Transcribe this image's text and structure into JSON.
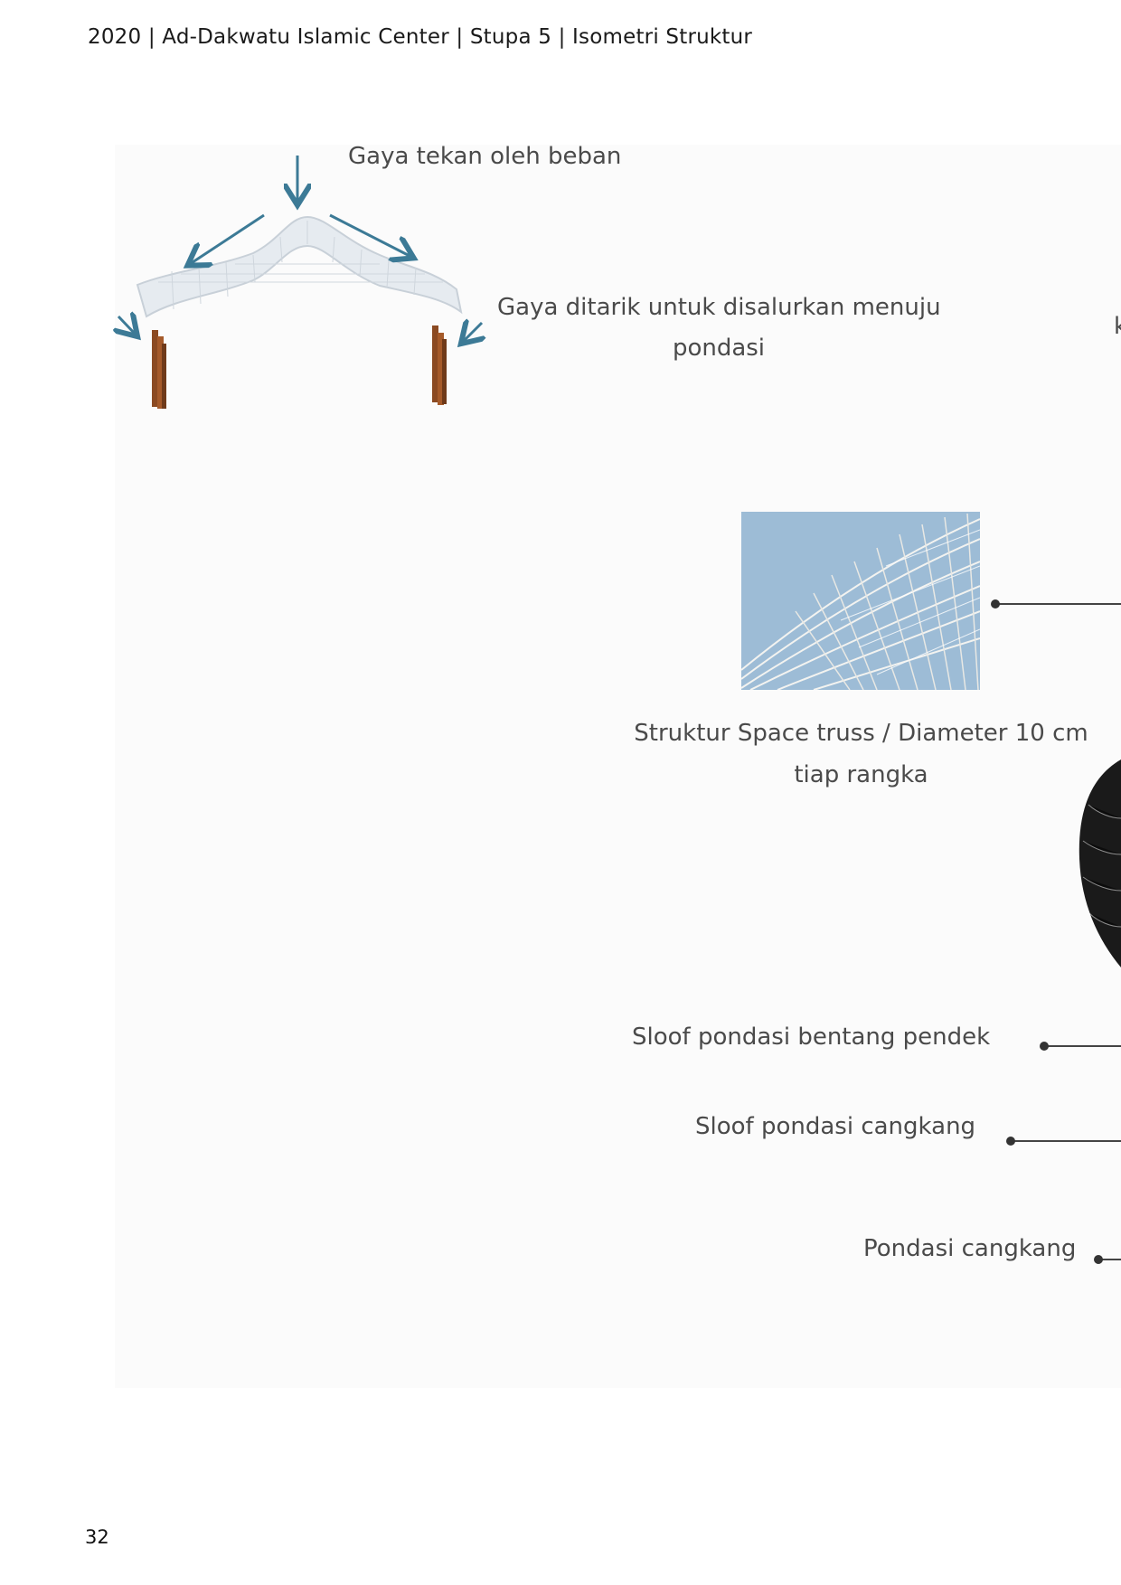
{
  "header": {
    "title": "2020 | Ad-Dakwatu Islamic Center | Stupa 5 | Isometri Struktur"
  },
  "diagram": {
    "force_top_label": "Gaya tekan oleh beban",
    "force_side_label_line1": "Gaya ditarik untuk disalurkan menuju",
    "force_side_label_line2": "pondasi",
    "arrow_color": "#3c7a96",
    "shell_color": "#e7ecf1",
    "column_color": "#8b4a22"
  },
  "truss": {
    "caption_line1": "Struktur Space truss / Diameter 10 cm",
    "caption_line2": "tiap rangka",
    "sky_color": "#9dbcd6"
  },
  "legend": {
    "sloof_short": "Sloof pondasi bentang pendek",
    "sloof_shell": "Sloof pondasi cangkang",
    "shell_foundation": "Pondasi cangkang"
  },
  "cut_text": "k",
  "footer": {
    "page_number": "32"
  }
}
